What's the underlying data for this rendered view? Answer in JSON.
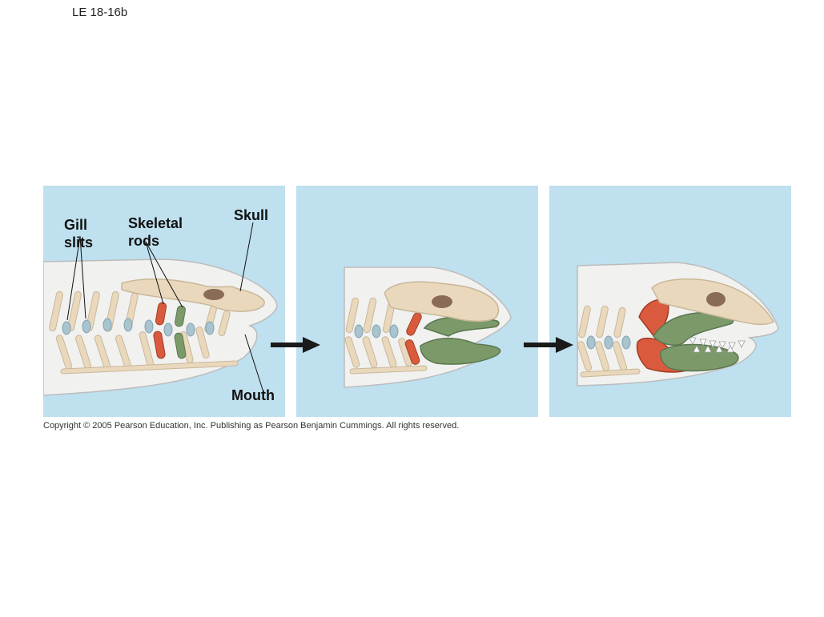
{
  "figure_id": "LE 18-16b",
  "labels": {
    "gill_slits": [
      "Gill",
      "slits"
    ],
    "skeletal_rods": [
      "Skeletal",
      "rods"
    ],
    "skull": "Skull",
    "mouth": "Mouth"
  },
  "copyright": "Copyright © 2005 Pearson Education, Inc. Publishing as Pearson Benjamin Cummings. All rights reserved.",
  "colors": {
    "panel_background": "#bfe0ef",
    "body": "#f1f1ef",
    "bone": "#ead8bc",
    "gill": "#a9c4cf",
    "rod_red": "#d95a3c",
    "rod_green": "#7c9a69",
    "arrow": "#1a1a1a"
  }
}
